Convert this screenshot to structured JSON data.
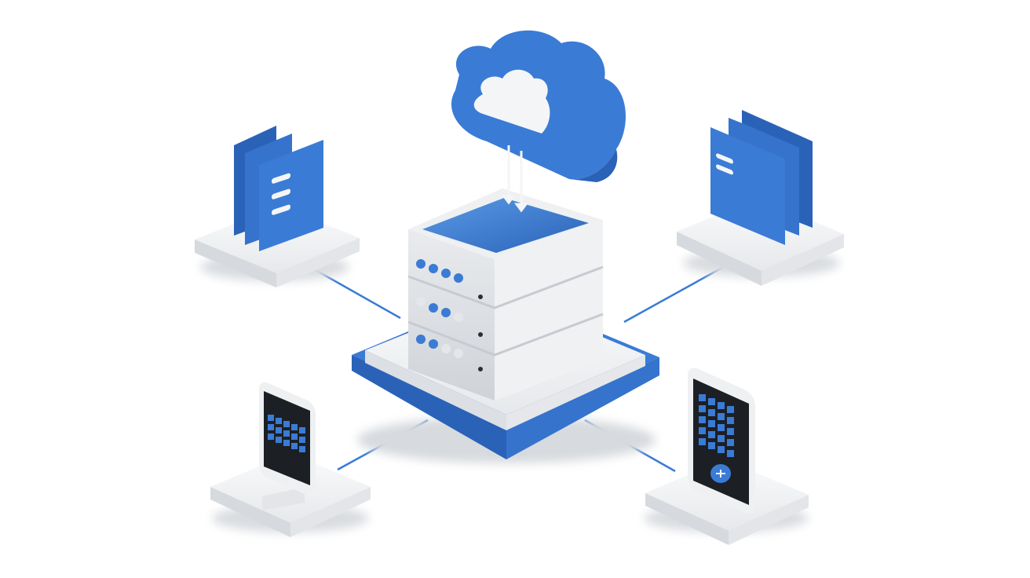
{
  "colors": {
    "background": "#ffffff",
    "accent_blue": "#3a7bd5",
    "accent_blue_dark": "#2a62b8",
    "accent_blue_light": "#5a9ae6",
    "platform_white": "#f1f2f4",
    "platform_shadow": "#d4d7dc",
    "screen_dark": "#1c1f24",
    "connector_line": "#3a7bd5"
  },
  "diagram": {
    "kind": "network topology",
    "hub": {
      "icon": "server-rack-icon",
      "units": 3
    },
    "cloud": {
      "icon": "cloud-icon",
      "link": "cloud-to-server-arrows-icon"
    },
    "nodes": [
      {
        "icon": "document-folders-icon",
        "position": "top-left"
      },
      {
        "icon": "folder-stack-icon",
        "position": "top-right"
      },
      {
        "icon": "mobile-phone-icon",
        "position": "bottom-left"
      },
      {
        "icon": "tablet-device-icon",
        "position": "bottom-right"
      }
    ]
  }
}
